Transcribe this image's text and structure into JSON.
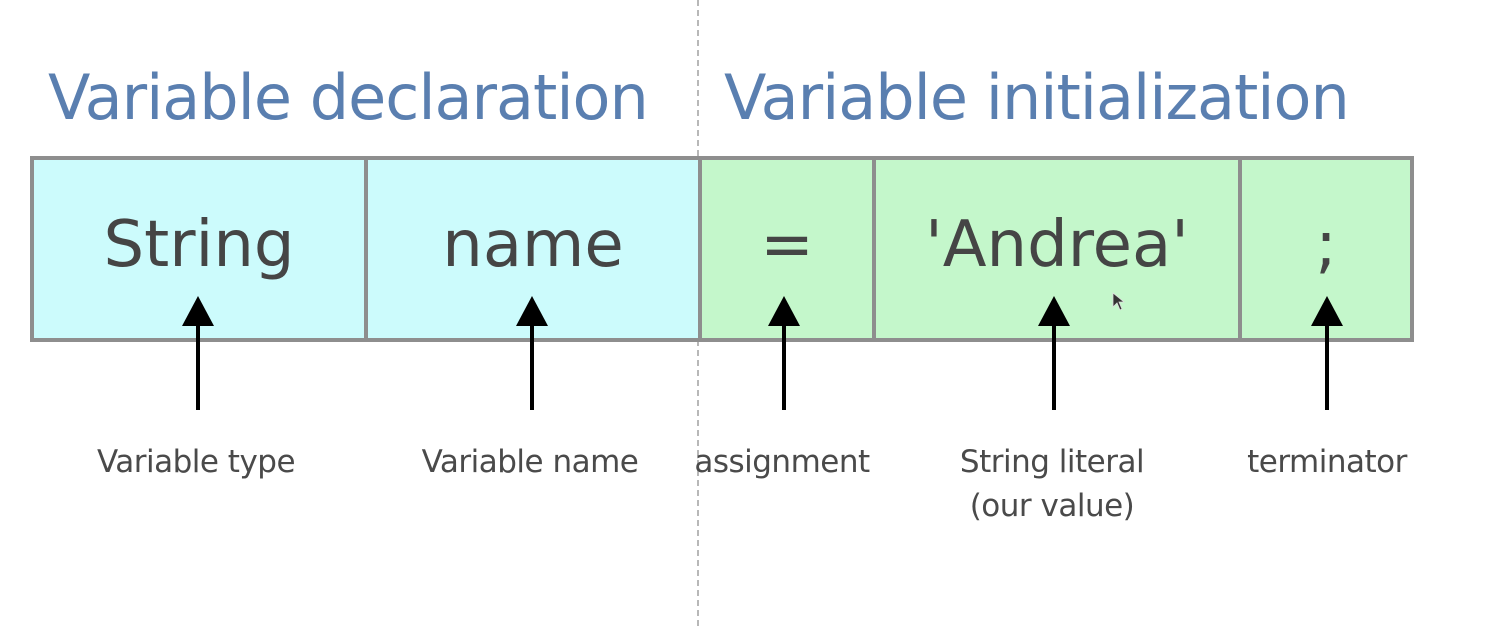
{
  "titles": {
    "declaration": "Variable declaration",
    "initialization": "Variable initialization"
  },
  "tokens": [
    {
      "text": "String",
      "label": [
        "Variable type"
      ],
      "group": "declaration"
    },
    {
      "text": "name",
      "label": [
        "Variable name"
      ],
      "group": "declaration"
    },
    {
      "text": "=",
      "label": [
        "assignment"
      ],
      "group": "initialization"
    },
    {
      "text": "'Andrea'",
      "label": [
        "String literal",
        "(our value)"
      ],
      "group": "initialization"
    },
    {
      "text": ";",
      "label": [
        "terminator"
      ],
      "group": "initialization"
    }
  ],
  "colors": {
    "title": "#5a7fb0",
    "declaration_fill": "#ccfbfc",
    "initialization_fill": "#c4f7cb",
    "border": "#8e8e8e",
    "text": "#454545"
  }
}
